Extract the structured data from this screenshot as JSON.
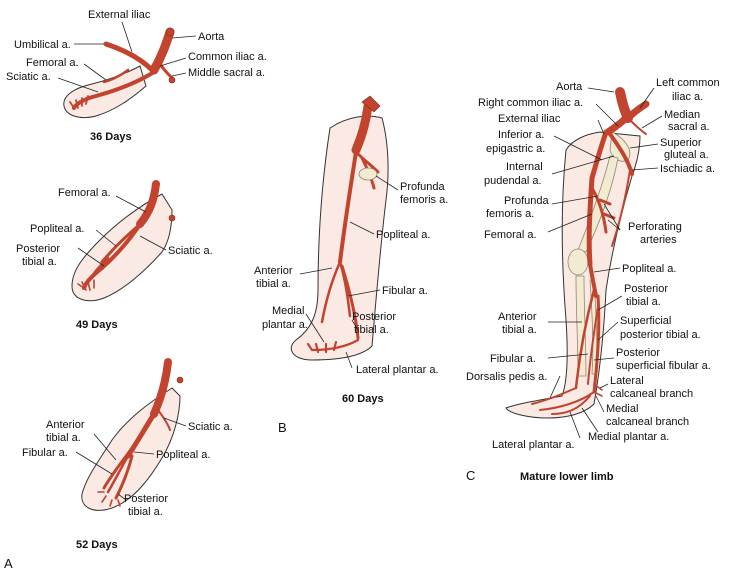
{
  "panels": {
    "a": {
      "letter": "A",
      "stage36": {
        "caption": "36 Days",
        "labels": [
          "External iliac",
          "Umbilical a.",
          "Aorta",
          "Femoral a.",
          "Common iliac a.",
          "Sciatic a.",
          "Middle sacral a."
        ]
      },
      "stage49": {
        "caption": "49 Days",
        "labels": [
          "Femoral a.",
          "Popliteal a.",
          "Posterior",
          "tibial a.",
          "Sciatic a."
        ]
      },
      "stage52": {
        "caption": "52 Days",
        "labels": [
          "Anterior",
          "tibial a.",
          "Sciatic a.",
          "Fibular a.",
          "Popliteal a.",
          "Posterior",
          "tibial a."
        ]
      }
    },
    "b": {
      "letter": "B",
      "caption": "60 Days",
      "labels": [
        "Profunda",
        "femoris a.",
        "Popliteal a.",
        "Anterior",
        "tibial a.",
        "Fibular a.",
        "Medial",
        "plantar a.",
        "Posterior",
        "tibial a.",
        "Lateral plantar a."
      ]
    },
    "c": {
      "letter": "C",
      "caption": "Mature lower limb",
      "labels": [
        "Aorta",
        "Left common",
        "iliac a.",
        "Right common iliac a.",
        "Median",
        "sacral a.",
        "External iliac",
        "Superior",
        "Inferior a.",
        "gluteal a.",
        "epigastric a.",
        "Internal",
        "Ischiadic a.",
        "pudendal a.",
        "Profunda",
        "femoris a.",
        "Perforating",
        "arteries",
        "Femoral a.",
        "Popliteal a.",
        "Posterior",
        "tibial a.",
        "Anterior",
        "Superficial",
        "tibial a.",
        "posterior tibial a.",
        "Fibular a.",
        "Posterior",
        "superficial fibular a.",
        "Dorsalis pedis a.",
        "Lateral",
        "calcaneal branch",
        "Medial",
        "calcaneal branch",
        "Lateral plantar a.",
        "Medial plantar a."
      ]
    }
  },
  "colors": {
    "artery": "#c2432e",
    "skin": "#fbe9e4",
    "bone": "#f2ebd2"
  }
}
